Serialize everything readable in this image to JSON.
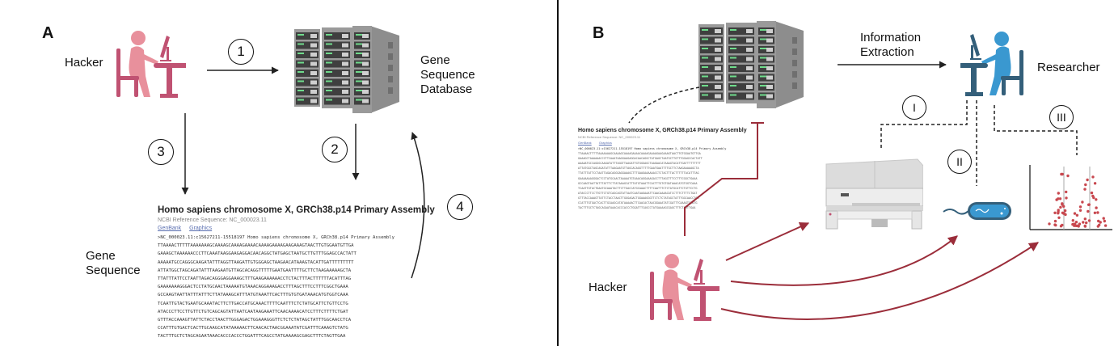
{
  "panel_a": {
    "letter": "A",
    "hacker_label": "Hacker",
    "database_label_lines": [
      "Gene",
      "Sequence",
      "Database"
    ],
    "gene_sequence_label_lines": [
      "Gene",
      "Sequence"
    ],
    "steps": [
      "1",
      "2",
      "3",
      "4"
    ],
    "sequence_doc": {
      "title": "Homo sapiens chromosome X, GRCh38.p14 Primary Assembly",
      "reference": "NCBI Reference Sequence: NC_000023.11",
      "links": [
        "GenBank",
        "Graphics"
      ],
      "header": ">NC_000023.11:c15627211-15518197 Homo sapiens chromosome X, GRCh38.p14 Primary Assembly",
      "lines": [
        "TTAAAACTTTTTAAAAAAAGCAAAAGCAAAAGAAAACAAAAGAAAAGAAGAAAGTAACTTGTGGAATGTTGA",
        "GAAAGCTAAAAAACCCTTCAAATAAGGAAGAGGACAACAGGCTATGAGCTAATGCTTGTTTGGAGCCACTATT",
        "AAAAATGCCAGGGCAAGATATTTAGGTTAAGATTGTGGGAGCTAAGAACATAAAGTACATTGATTTTTTTTT",
        "ATTATGGCTAGCAGATATTTAAGAATGTTAGCACAGGTTTTTGAATGAATTTTGCTTCTAAGAAAAAGCTA",
        "TTATTTATTCCTAATTAGACAGGGAGGAAAGCTTTGAAGAAAAAACCTCTACTTTACTTTTTTACATTTAG",
        "GAAAAAAAGGGACTCCTATGCAACTAAAAATGTAAACAGGAAAGACCTTTAGCTTTCCTTTCGGCTGAAA",
        "GCCAAGTAATTATTTATTTCTTATAAAGCATTTATGTAAATTCACTTTGTGTGATAAACATGTGGTCAAA",
        "TCAATTGTACTGAATGCAAATACTTCTTGACCATGCAAACTTTTCAATTTCTCTATGCATTCTGTTCCTG",
        "ATACCCTTCCTTGTTCTGTCAGCAGTATTAATCAATAAGAAATTCAACAAAACATCCTTTCTTTTCTGAT",
        "GTTTACCAAAGTTATTCTACCTAACTTGGGAGACTGGAAAGGGTTCTCTCTATAGCTATTTGGCAACCTCA",
        "CCATTTGTGACTCACTTGCAAGCATATAAAAACTTCAACACTAACGGAAATATCGATTTCAAAGTCTATG",
        "TACTTTGCTCTAGCAGAATAAACACCCACCCTGGATTTCAGCCTATGAAAAGCGAGCTTTCTAGTTGAA"
      ]
    }
  },
  "panel_b": {
    "letter": "B",
    "info_extraction_lines": [
      "Information",
      "Extraction"
    ],
    "researcher_label": "Researcher",
    "hacker_label": "Hacker",
    "roman_steps": [
      "I",
      "II",
      "III"
    ],
    "sequence_doc": {
      "title": "Homo sapiens chromosome X, GRCh38.p14 Primary Assembly",
      "reference": "NCBI Reference Sequence: NC_000023.11",
      "links": [
        "GenBank",
        "Graphics"
      ]
    },
    "icons": {
      "server": "server-rack-icon",
      "lab_equipment": "automated-lab-workstation-icon",
      "bacterium": "bacterium-icon",
      "plot": "scatter-plot-icon"
    }
  },
  "colors": {
    "hacker_pink_light": "#e8909c",
    "hacker_pink_dark": "#c05272",
    "researcher_blue_light": "#3a98d0",
    "researcher_blue_dark": "#345f7a",
    "attack_red": "#9b2d3a",
    "server_gray": "#8a8a8a"
  }
}
